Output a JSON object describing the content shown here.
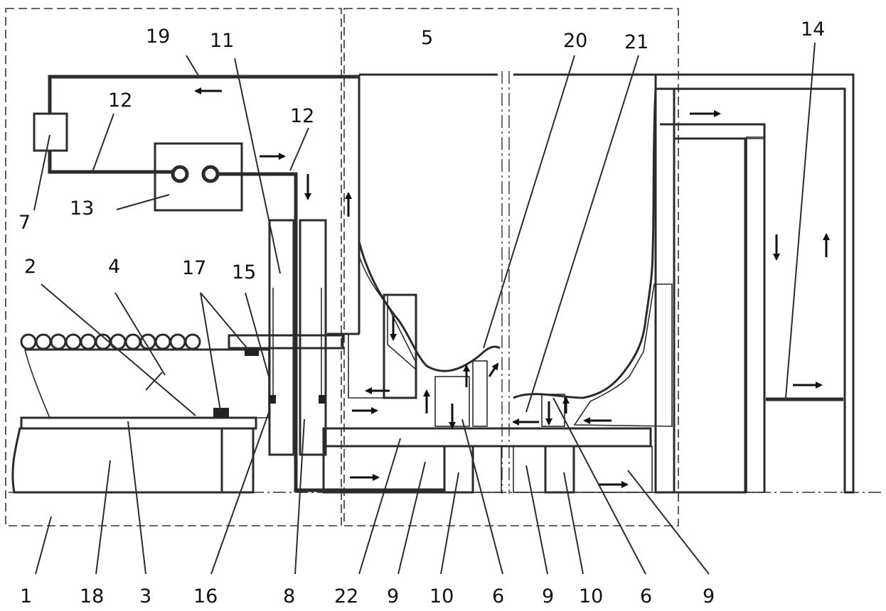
{
  "figure": {
    "labels": {
      "l1": "1",
      "l2": "2",
      "l3": "3",
      "l4": "4",
      "l5": "5",
      "l6a": "6",
      "l6b": "6",
      "l7": "7",
      "l8": "8",
      "l9a": "9",
      "l9b": "9",
      "l9c": "9",
      "l10a": "10",
      "l10b": "10",
      "l11": "11",
      "l12a": "12",
      "l12b": "12",
      "l13": "13",
      "l14": "14",
      "l15": "15",
      "l16": "16",
      "l17": "17",
      "l18": "18",
      "l19": "19",
      "l20": "20",
      "l21": "21",
      "l22": "22"
    }
  }
}
